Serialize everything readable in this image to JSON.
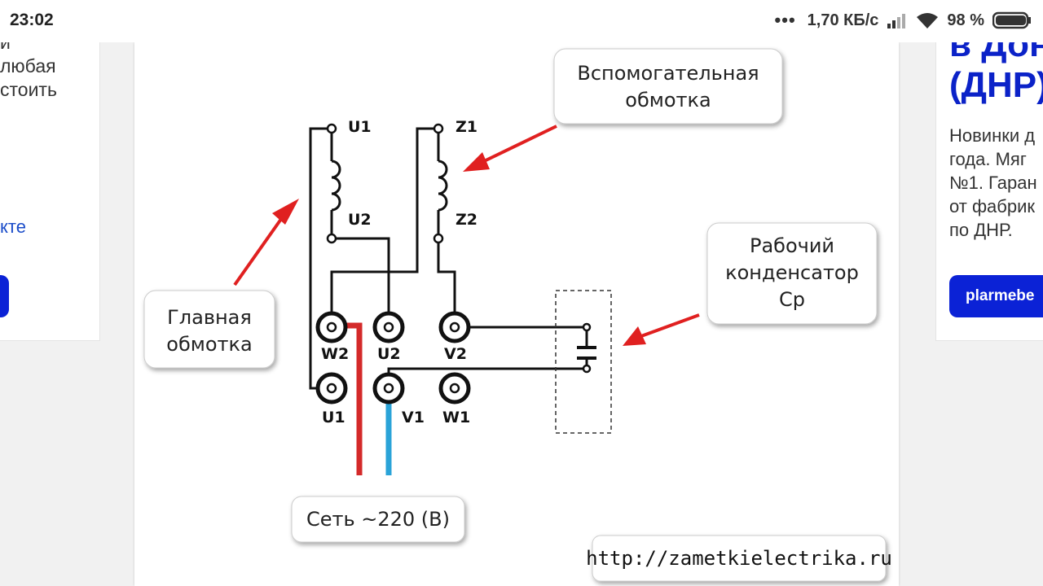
{
  "status_bar": {
    "time": "23:02",
    "dots": "•••",
    "net_speed": "1,70 КБ/с",
    "battery": "98 %",
    "icons": [
      "signal-icon",
      "wifi-icon",
      "battery-icon"
    ]
  },
  "left_ad": {
    "lines": [
      "и",
      "любая",
      "стоить"
    ],
    "link": "кте"
  },
  "right_ad": {
    "title_lines": [
      "в Дон",
      "(ДНР)"
    ],
    "desc_lines": [
      "Новинки д",
      "года. Мяг",
      "№1. Гаран",
      "от фабрик",
      "по ДНР."
    ],
    "button": "plarmebe"
  },
  "diagram": {
    "aux_winding_label": [
      "Вспомогательная",
      "обмотка"
    ],
    "main_winding_label": [
      "Главная",
      "обмотка"
    ],
    "capacitor_label": [
      "Рабочий",
      "конденсатор",
      "Ср"
    ],
    "network_label": "Сеть ~220 (В)",
    "url": "http://zametkielectrika.ru",
    "coil_labels": {
      "u1": "U1",
      "u2": "U2",
      "z1": "Z1",
      "z2": "Z2"
    },
    "terminal_labels": {
      "w2": "W2",
      "u2": "U2",
      "v2": "V2",
      "u1": "U1",
      "v1": "V1",
      "w1": "W1"
    },
    "colors": {
      "phase_wire": "#d42a2a",
      "neutral_wire": "#2aa3d8",
      "arrow": "#e02020"
    }
  }
}
